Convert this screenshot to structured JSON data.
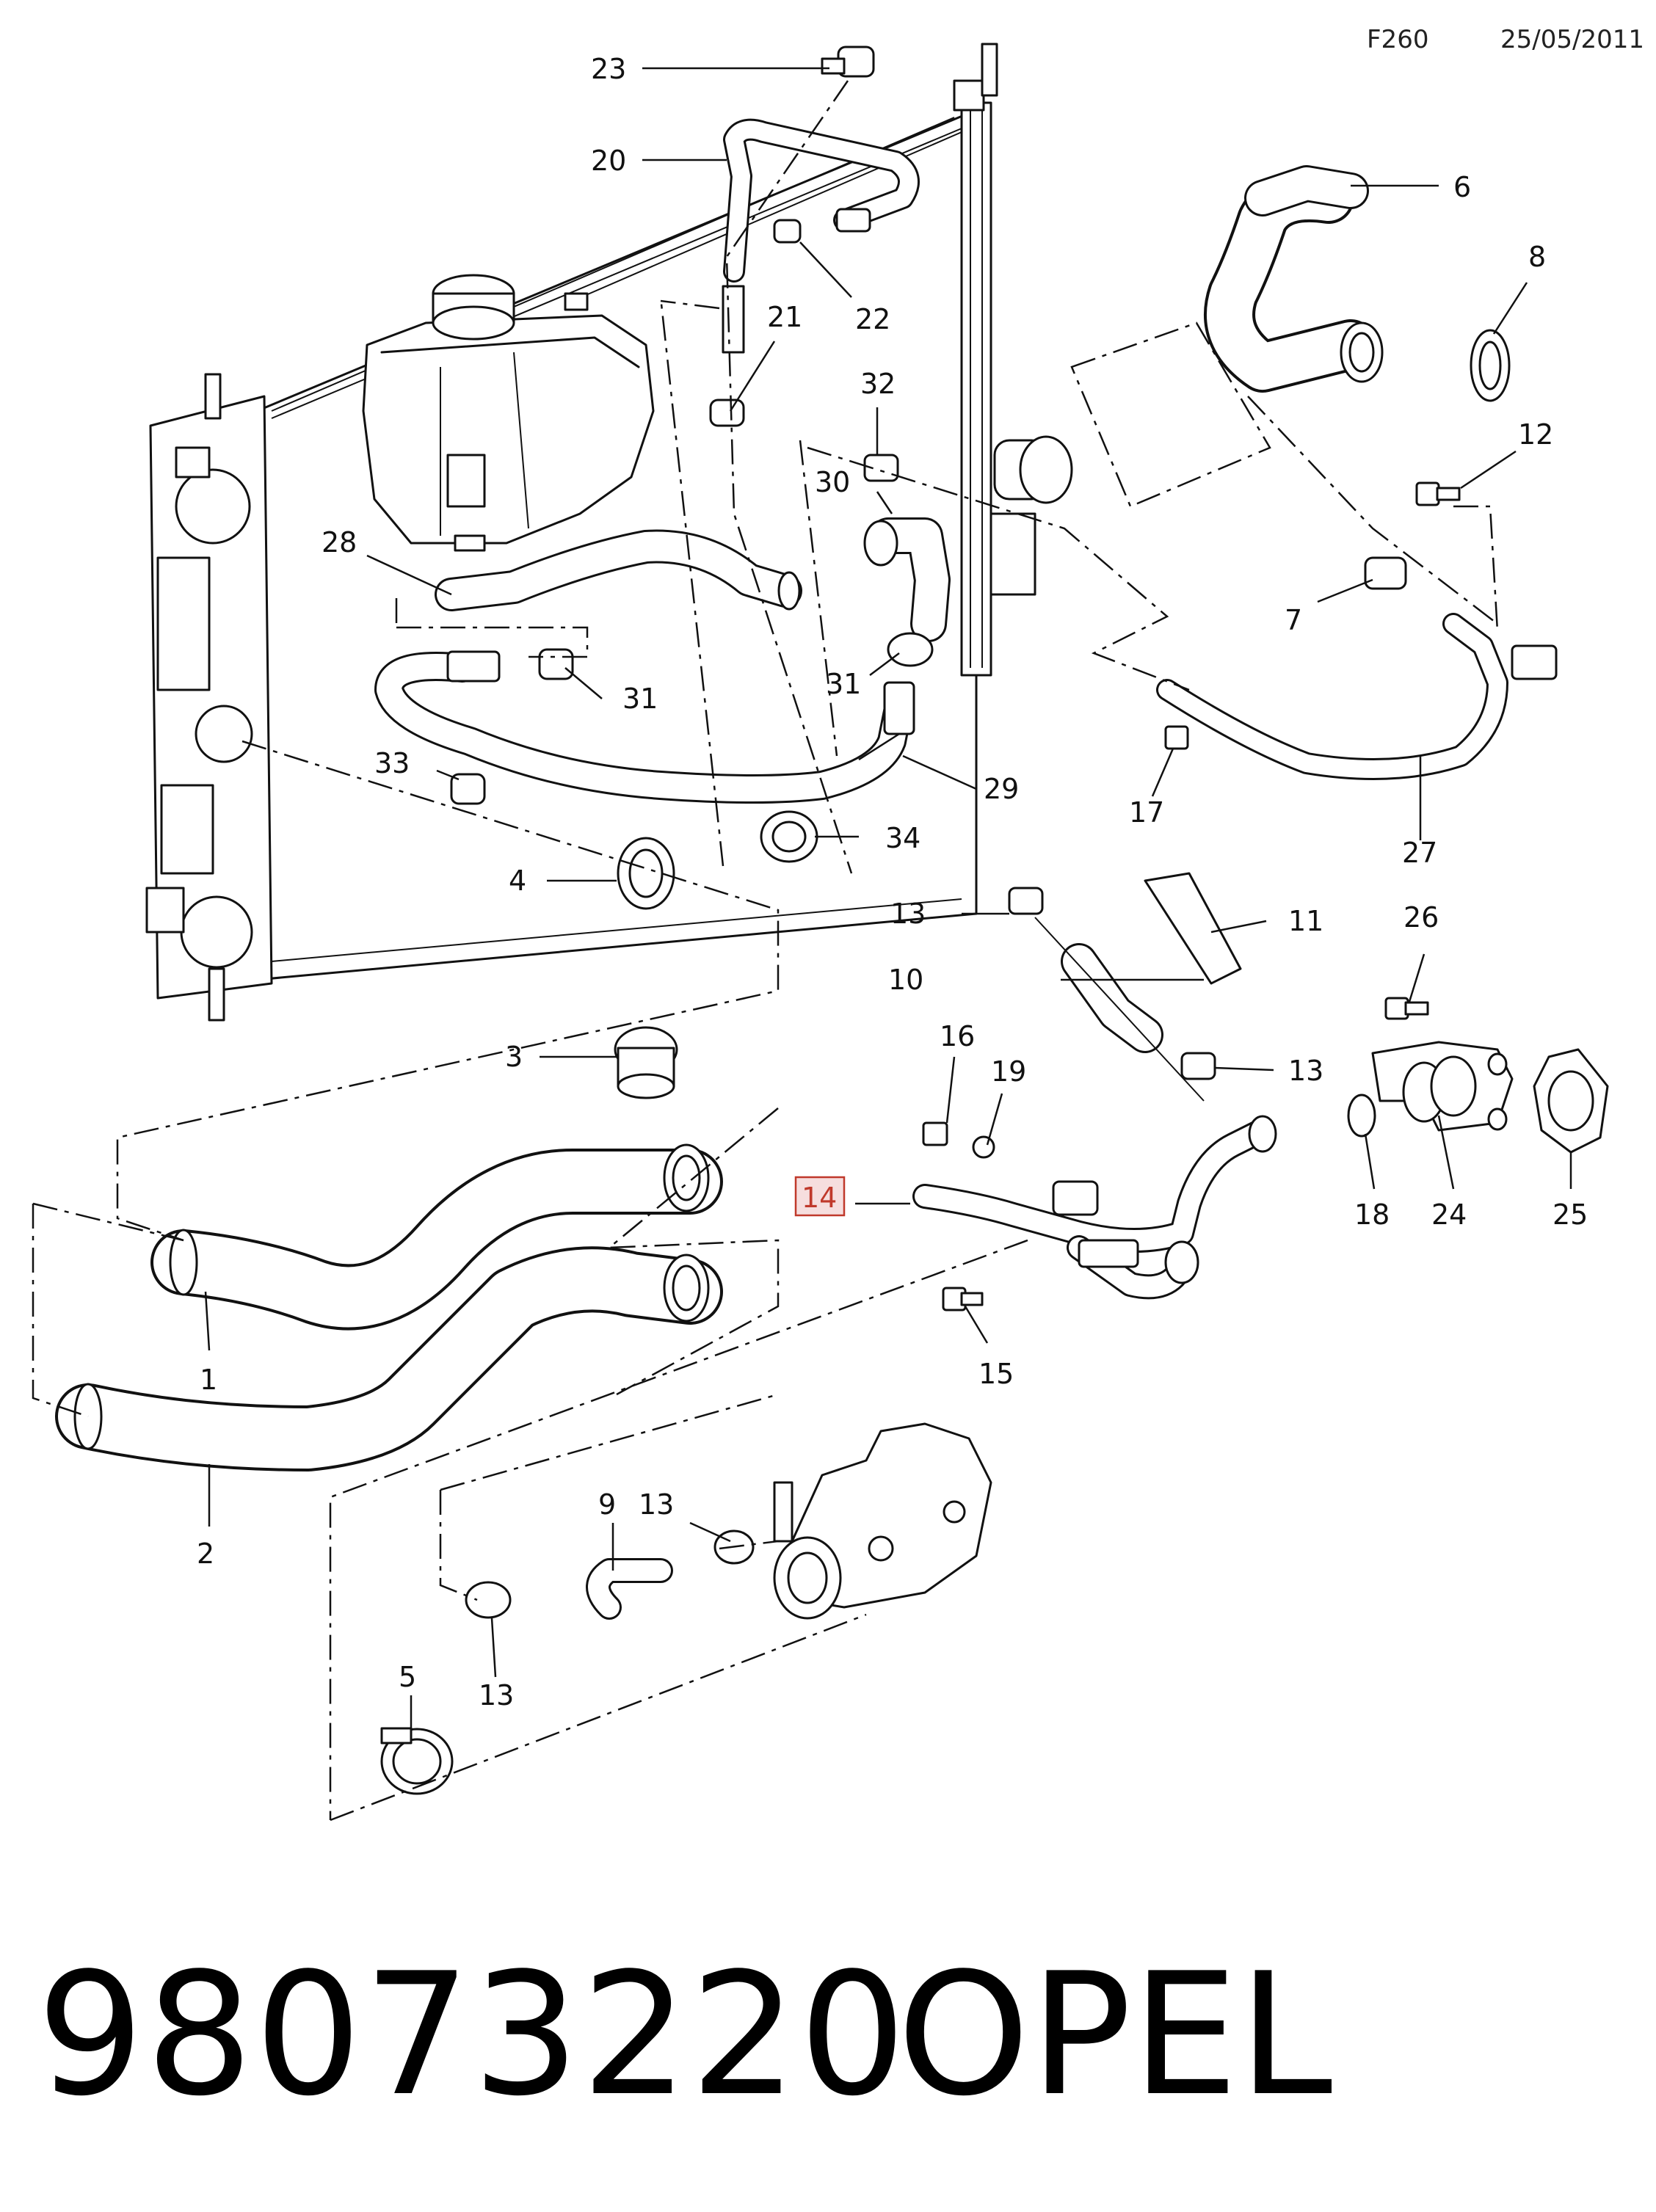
{
  "header": {
    "sheet": "F260",
    "date": "25/05/2011"
  },
  "callouts": {
    "c1": "1",
    "c2": "2",
    "c3": "3",
    "c4": "4",
    "c5": "5",
    "c6": "6",
    "c7": "7",
    "c8": "8",
    "c9": "9",
    "c10": "10",
    "c11": "11",
    "c12": "12",
    "c13a": "13",
    "c13b": "13",
    "c13c": "13",
    "c13d": "13",
    "c14": "14",
    "c15": "15",
    "c16": "16",
    "c17": "17",
    "c18": "18",
    "c19": "19",
    "c20": "20",
    "c21": "21",
    "c22": "22",
    "c23": "23",
    "c24": "24",
    "c25": "25",
    "c26": "26",
    "c27": "27",
    "c28": "28",
    "c29": "29",
    "c30": "30",
    "c31a": "31",
    "c31b": "31",
    "c32": "32",
    "c33": "33",
    "c34": "34"
  },
  "highlighted_callout": "14",
  "colors": {
    "highlight_border": "#c0392b",
    "highlight_fill": "#f6dede",
    "line": "#111111"
  },
  "footer": {
    "part_number": "98073220",
    "brand": "OPEL"
  }
}
